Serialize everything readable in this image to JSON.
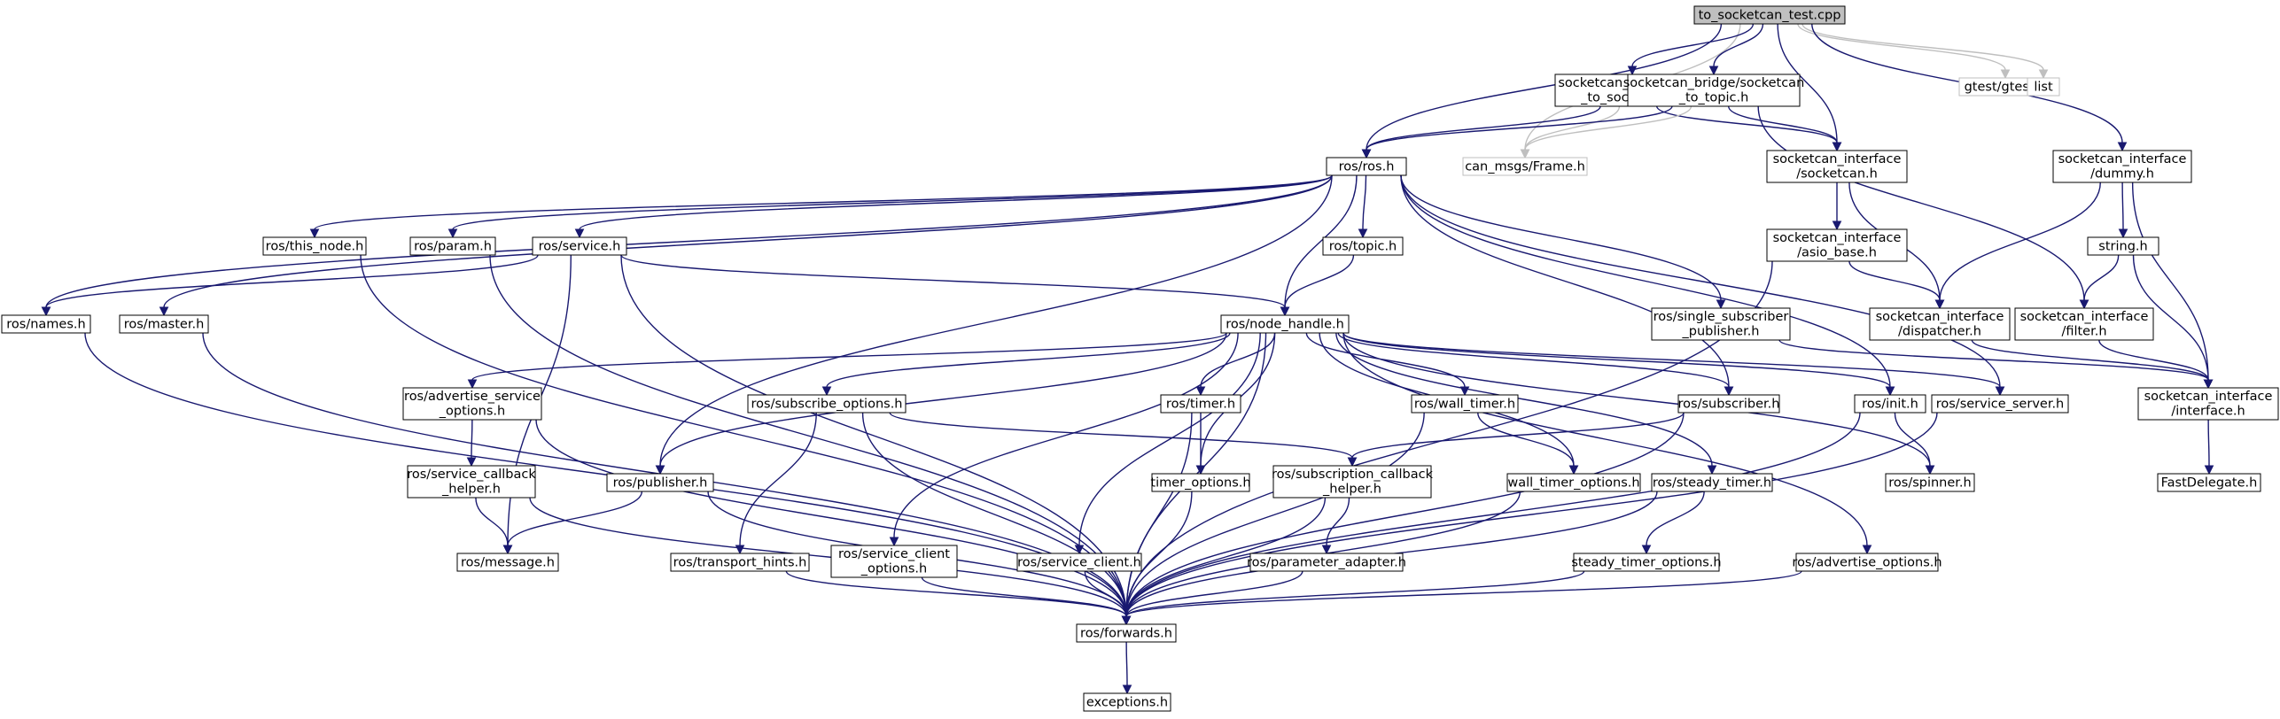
{
  "graph": {
    "root": "to_socketcan_test.cpp",
    "nodes": [
      {
        "id": "root",
        "lines": [
          "to_socketcan_test.cpp"
        ],
        "style": "root"
      },
      {
        "id": "ros_h",
        "lines": [
          "ros/ros.h"
        ]
      },
      {
        "id": "frame_h",
        "lines": [
          "can_msgs/Frame.h"
        ],
        "style": "ext"
      },
      {
        "id": "topic_to_socketcan_h",
        "lines": [
          "socketcan_bridge/topic",
          "_to_socketcan.h"
        ]
      },
      {
        "id": "socketcan_to_topic_h",
        "lines": [
          "socketcan_bridge/socketcan",
          "_to_topic.h"
        ]
      },
      {
        "id": "si_socketcan_h",
        "lines": [
          "socketcan_interface",
          "/socketcan.h"
        ]
      },
      {
        "id": "gtest_h",
        "lines": [
          "gtest/gtest.h"
        ],
        "style": "ext"
      },
      {
        "id": "list",
        "lines": [
          "list"
        ],
        "style": "ext"
      },
      {
        "id": "si_dummy_h",
        "lines": [
          "socketcan_interface",
          "/dummy.h"
        ]
      },
      {
        "id": "this_node_h",
        "lines": [
          "ros/this_node.h"
        ]
      },
      {
        "id": "param_h",
        "lines": [
          "ros/param.h"
        ]
      },
      {
        "id": "service_h",
        "lines": [
          "ros/service.h"
        ]
      },
      {
        "id": "topic_h",
        "lines": [
          "ros/topic.h"
        ]
      },
      {
        "id": "names_h",
        "lines": [
          "ros/names.h"
        ]
      },
      {
        "id": "master_h",
        "lines": [
          "ros/master.h"
        ]
      },
      {
        "id": "node_handle_h",
        "lines": [
          "ros/node_handle.h"
        ]
      },
      {
        "id": "single_sub_pub_h",
        "lines": [
          "ros/single_subscriber",
          "_publisher.h"
        ]
      },
      {
        "id": "asio_base_h",
        "lines": [
          "socketcan_interface",
          "/asio_base.h"
        ]
      },
      {
        "id": "string_h",
        "lines": [
          "string.h"
        ]
      },
      {
        "id": "dispatcher_h",
        "lines": [
          "socketcan_interface",
          "/dispatcher.h"
        ]
      },
      {
        "id": "filter_h",
        "lines": [
          "socketcan_interface",
          "/filter.h"
        ]
      },
      {
        "id": "interface_h",
        "lines": [
          "socketcan_interface",
          "/interface.h"
        ]
      },
      {
        "id": "adv_service_opts_h",
        "lines": [
          "ros/advertise_service",
          "_options.h"
        ]
      },
      {
        "id": "subscribe_options_h",
        "lines": [
          "ros/subscribe_options.h"
        ]
      },
      {
        "id": "timer_h",
        "lines": [
          "ros/timer.h"
        ]
      },
      {
        "id": "wall_timer_h",
        "lines": [
          "ros/wall_timer.h"
        ]
      },
      {
        "id": "subscriber_h",
        "lines": [
          "ros/subscriber.h"
        ]
      },
      {
        "id": "init_h",
        "lines": [
          "ros/init.h"
        ]
      },
      {
        "id": "service_server_h",
        "lines": [
          "ros/service_server.h"
        ]
      },
      {
        "id": "service_cb_helper_h",
        "lines": [
          "ros/service_callback",
          "_helper.h"
        ]
      },
      {
        "id": "publisher_h",
        "lines": [
          "ros/publisher.h"
        ]
      },
      {
        "id": "timer_options_h",
        "lines": [
          "timer_options.h"
        ]
      },
      {
        "id": "sub_cb_helper_h",
        "lines": [
          "ros/subscription_callback",
          "_helper.h"
        ]
      },
      {
        "id": "wall_timer_options_h",
        "lines": [
          "wall_timer_options.h"
        ]
      },
      {
        "id": "steady_timer_h",
        "lines": [
          "ros/steady_timer.h"
        ]
      },
      {
        "id": "spinner_h",
        "lines": [
          "ros/spinner.h"
        ]
      },
      {
        "id": "fastdelegate_h",
        "lines": [
          "FastDelegate.h"
        ]
      },
      {
        "id": "message_h",
        "lines": [
          "ros/message.h"
        ]
      },
      {
        "id": "transport_hints_h",
        "lines": [
          "ros/transport_hints.h"
        ]
      },
      {
        "id": "service_client_opts_h",
        "lines": [
          "ros/service_client",
          "_options.h"
        ]
      },
      {
        "id": "service_client_h",
        "lines": [
          "ros/service_client.h"
        ]
      },
      {
        "id": "parameter_adapter_h",
        "lines": [
          "ros/parameter_adapter.h"
        ]
      },
      {
        "id": "steady_timer_options_h",
        "lines": [
          "steady_timer_options.h"
        ]
      },
      {
        "id": "advertise_options_h",
        "lines": [
          "ros/advertise_options.h"
        ]
      },
      {
        "id": "forwards_h",
        "lines": [
          "ros/forwards.h"
        ]
      },
      {
        "id": "exceptions_h",
        "lines": [
          "exceptions.h"
        ]
      }
    ],
    "edges": [
      [
        "root",
        "ros_h"
      ],
      [
        "root",
        "frame_h"
      ],
      [
        "root",
        "topic_to_socketcan_h"
      ],
      [
        "root",
        "socketcan_to_topic_h"
      ],
      [
        "root",
        "si_socketcan_h"
      ],
      [
        "root",
        "gtest_h"
      ],
      [
        "root",
        "list"
      ],
      [
        "root",
        "si_dummy_h"
      ],
      [
        "topic_to_socketcan_h",
        "ros_h"
      ],
      [
        "topic_to_socketcan_h",
        "frame_h"
      ],
      [
        "topic_to_socketcan_h",
        "si_socketcan_h"
      ],
      [
        "socketcan_to_topic_h",
        "ros_h"
      ],
      [
        "socketcan_to_topic_h",
        "frame_h"
      ],
      [
        "socketcan_to_topic_h",
        "si_socketcan_h"
      ],
      [
        "socketcan_to_topic_h",
        "filter_h"
      ],
      [
        "ros_h",
        "names_h"
      ],
      [
        "ros_h",
        "master_h"
      ],
      [
        "ros_h",
        "this_node_h"
      ],
      [
        "ros_h",
        "param_h"
      ],
      [
        "ros_h",
        "service_h"
      ],
      [
        "ros_h",
        "topic_h"
      ],
      [
        "ros_h",
        "node_handle_h"
      ],
      [
        "ros_h",
        "publisher_h"
      ],
      [
        "ros_h",
        "single_sub_pub_h"
      ],
      [
        "ros_h",
        "subscriber_h"
      ],
      [
        "ros_h",
        "init_h"
      ],
      [
        "ros_h",
        "service_server_h"
      ],
      [
        "si_socketcan_h",
        "asio_base_h"
      ],
      [
        "si_socketcan_h",
        "dispatcher_h"
      ],
      [
        "si_dummy_h",
        "string_h"
      ],
      [
        "si_dummy_h",
        "dispatcher_h"
      ],
      [
        "si_dummy_h",
        "interface_h"
      ],
      [
        "asio_base_h",
        "dispatcher_h"
      ],
      [
        "asio_base_h",
        "forwards_h"
      ],
      [
        "string_h",
        "filter_h"
      ],
      [
        "string_h",
        "interface_h"
      ],
      [
        "dispatcher_h",
        "interface_h"
      ],
      [
        "filter_h",
        "interface_h"
      ],
      [
        "interface_h",
        "fastdelegate_h"
      ],
      [
        "single_sub_pub_h",
        "interface_h"
      ],
      [
        "this_node_h",
        "forwards_h"
      ],
      [
        "param_h",
        "forwards_h"
      ],
      [
        "service_h",
        "names_h"
      ],
      [
        "service_h",
        "node_handle_h"
      ],
      [
        "service_h",
        "message_h"
      ],
      [
        "service_h",
        "forwards_h"
      ],
      [
        "topic_h",
        "node_handle_h"
      ],
      [
        "names_h",
        "forwards_h"
      ],
      [
        "master_h",
        "forwards_h"
      ],
      [
        "node_handle_h",
        "adv_service_opts_h"
      ],
      [
        "node_handle_h",
        "subscribe_options_h"
      ],
      [
        "node_handle_h",
        "timer_h"
      ],
      [
        "node_handle_h",
        "wall_timer_h"
      ],
      [
        "node_handle_h",
        "subscriber_h"
      ],
      [
        "node_handle_h",
        "init_h"
      ],
      [
        "node_handle_h",
        "service_server_h"
      ],
      [
        "node_handle_h",
        "publisher_h"
      ],
      [
        "node_handle_h",
        "timer_options_h"
      ],
      [
        "node_handle_h",
        "wall_timer_options_h"
      ],
      [
        "node_handle_h",
        "steady_timer_h"
      ],
      [
        "node_handle_h",
        "spinner_h"
      ],
      [
        "node_handle_h",
        "service_client_opts_h"
      ],
      [
        "node_handle_h",
        "service_client_h"
      ],
      [
        "node_handle_h",
        "advertise_options_h"
      ],
      [
        "node_handle_h",
        "forwards_h"
      ],
      [
        "adv_service_opts_h",
        "service_cb_helper_h"
      ],
      [
        "adv_service_opts_h",
        "forwards_h"
      ],
      [
        "service_cb_helper_h",
        "message_h"
      ],
      [
        "service_cb_helper_h",
        "forwards_h"
      ],
      [
        "subscribe_options_h",
        "transport_hints_h"
      ],
      [
        "subscribe_options_h",
        "sub_cb_helper_h"
      ],
      [
        "subscribe_options_h",
        "forwards_h"
      ],
      [
        "timer_h",
        "timer_options_h"
      ],
      [
        "timer_h",
        "forwards_h"
      ],
      [
        "wall_timer_h",
        "wall_timer_options_h"
      ],
      [
        "wall_timer_h",
        "forwards_h"
      ],
      [
        "subscriber_h",
        "sub_cb_helper_h"
      ],
      [
        "subscriber_h",
        "forwards_h"
      ],
      [
        "init_h",
        "spinner_h"
      ],
      [
        "init_h",
        "forwards_h"
      ],
      [
        "service_server_h",
        "forwards_h"
      ],
      [
        "publisher_h",
        "message_h"
      ],
      [
        "publisher_h",
        "forwards_h"
      ],
      [
        "timer_options_h",
        "forwards_h"
      ],
      [
        "sub_cb_helper_h",
        "parameter_adapter_h"
      ],
      [
        "sub_cb_helper_h",
        "forwards_h"
      ],
      [
        "wall_timer_options_h",
        "forwards_h"
      ],
      [
        "steady_timer_h",
        "steady_timer_options_h"
      ],
      [
        "steady_timer_h",
        "forwards_h"
      ],
      [
        "transport_hints_h",
        "forwards_h"
      ],
      [
        "service_client_opts_h",
        "forwards_h"
      ],
      [
        "service_client_h",
        "forwards_h"
      ],
      [
        "parameter_adapter_h",
        "forwards_h"
      ],
      [
        "steady_timer_options_h",
        "forwards_h"
      ],
      [
        "advertise_options_h",
        "forwards_h"
      ],
      [
        "forwards_h",
        "exceptions_h"
      ]
    ]
  },
  "colors": {
    "edge": "#191970",
    "external_edge": "#bfbfbf",
    "node_border": "#000000",
    "external_border": "#bfbfbf",
    "root_fill": "#bfbfbf",
    "node_fill": "#ffffff"
  }
}
